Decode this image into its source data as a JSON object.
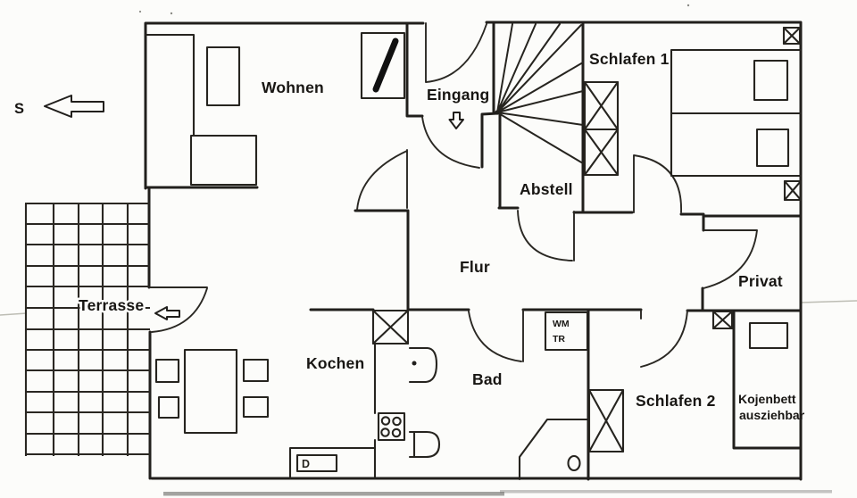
{
  "colors": {
    "ink": "#211f1c",
    "paper": "#fcfcfa",
    "scan_artifact": "#bdbdb4"
  },
  "compass": {
    "label": "S"
  },
  "rooms": {
    "wohnen": "Wohnen",
    "eingang": "Eingang",
    "schlafen1": "Schlafen 1",
    "abstell": "Abstell",
    "flur": "Flur",
    "privat": "Privat",
    "terrasse": "Terrasse",
    "kochen": "Kochen",
    "bad": "Bad",
    "schlafen2": "Schlafen 2"
  },
  "notes": {
    "kojenbett_line1": "Kojenbett",
    "kojenbett_line2": "ausziehbar"
  },
  "appliances": {
    "wm": "WM",
    "tr": "TR",
    "dishwasher": "D"
  }
}
